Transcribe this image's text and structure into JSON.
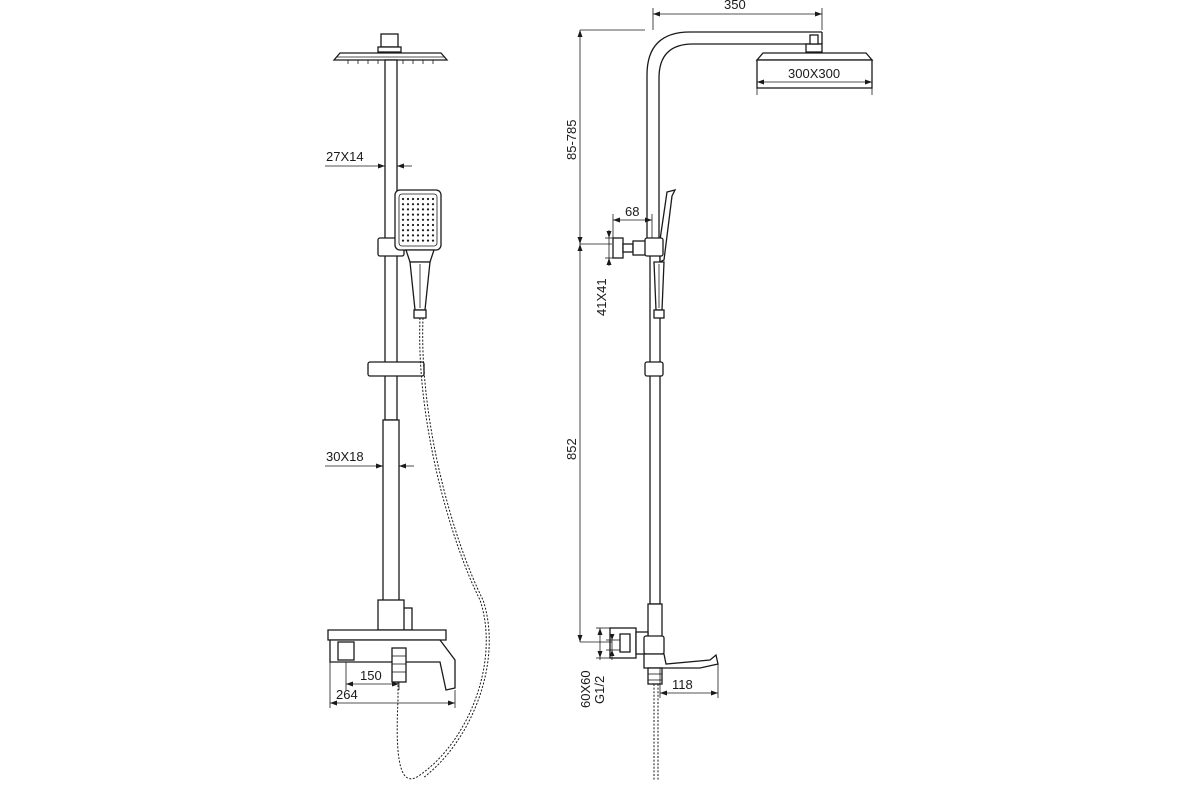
{
  "front_view": {
    "dims": {
      "pipe_upper": "27X14",
      "pipe_lower": "30X18",
      "mixer_inner": "150",
      "mixer_outer": "264"
    }
  },
  "side_view": {
    "dims": {
      "arm_reach": "350",
      "head_size": "300X300",
      "height_adjust": "85-785",
      "holder_offset": "68",
      "holder_size": "41X41",
      "pipe_length": "852",
      "inlet_size": "60X60",
      "inlet_thread": "G1/2",
      "spout_reach": "118"
    }
  }
}
